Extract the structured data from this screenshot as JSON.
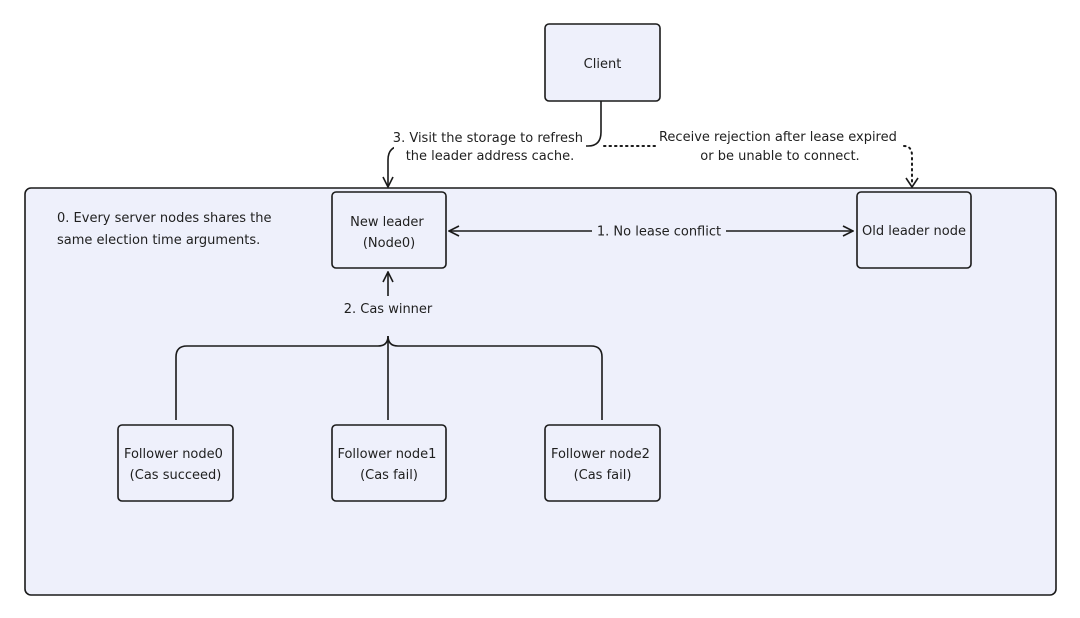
{
  "nodes": {
    "client": "Client",
    "new_leader": [
      "New leader",
      "(Node0)"
    ],
    "old_leader": "Old leader node",
    "follower0": [
      "Follower node0",
      "(Cas succeed)"
    ],
    "follower1": [
      "Follower node1",
      "(Cas fail)"
    ],
    "follower2": [
      "Follower node2",
      "(Cas fail)"
    ]
  },
  "notes": {
    "step0": [
      "0. Every server nodes shares the",
      "same election time arguments."
    ]
  },
  "edges": {
    "step1": "1. No lease conflict",
    "step2": "2. Cas winner",
    "step3": [
      "3. Visit the storage to refresh",
      "the leader address cache."
    ],
    "rejection": [
      "Receive rejection after lease expired",
      "or be unable to connect."
    ]
  }
}
